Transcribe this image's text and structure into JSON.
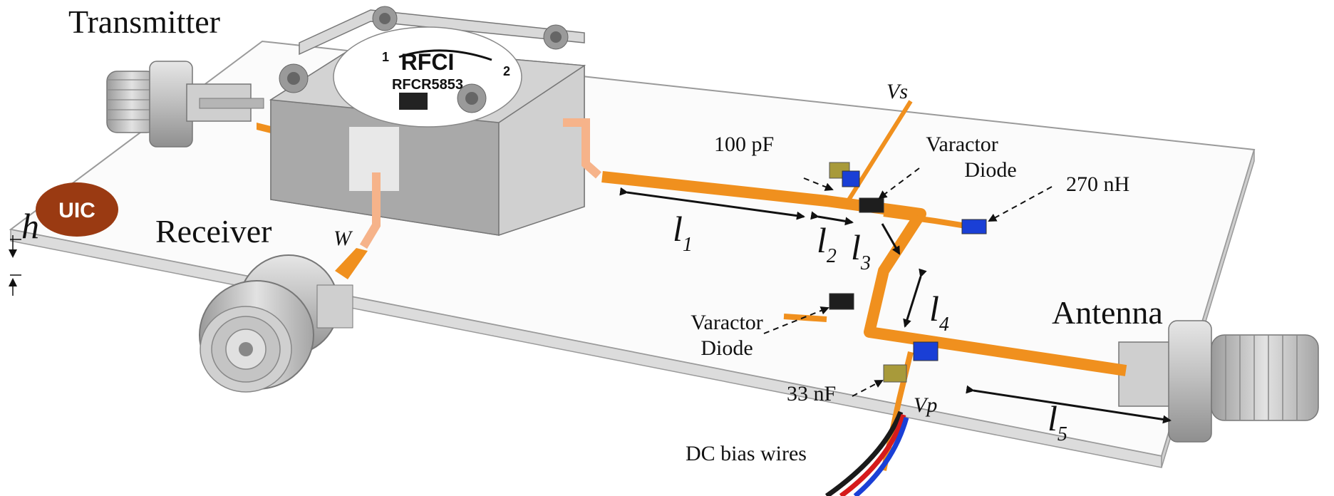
{
  "labels": {
    "transmitter": "Transmitter",
    "receiver": "Receiver",
    "antenna": "Antenna",
    "vs": "Vs",
    "vp": "Vp",
    "cap_100pf": "100 pF",
    "varactor_top_1": "Varactor",
    "varactor_top_2": "Diode",
    "varactor_bottom_1": "Varactor",
    "varactor_bottom_2": "Diode",
    "inductor_270nh": "270 nH",
    "cap_33nf": "33 nF",
    "dc_bias": "DC bias wires",
    "h": "h",
    "w": "W"
  },
  "dimensions": [
    {
      "sym": "l",
      "sub": "1"
    },
    {
      "sym": "l",
      "sub": "2"
    },
    {
      "sym": "l",
      "sub": "3"
    },
    {
      "sym": "l",
      "sub": "4"
    },
    {
      "sym": "l",
      "sub": "5"
    }
  ],
  "circulator": {
    "brand": "RFCI",
    "model": "RFCR5853",
    "port1": "1",
    "port2": "2"
  },
  "logo": "UIC",
  "colors": {
    "trace": "#f0901e",
    "board": "#fbfbfb",
    "logo": "#9a3a12",
    "varactor": "#1e1e1e",
    "inductor": "#1a3fd6",
    "capacitor": "#a89a3a"
  }
}
